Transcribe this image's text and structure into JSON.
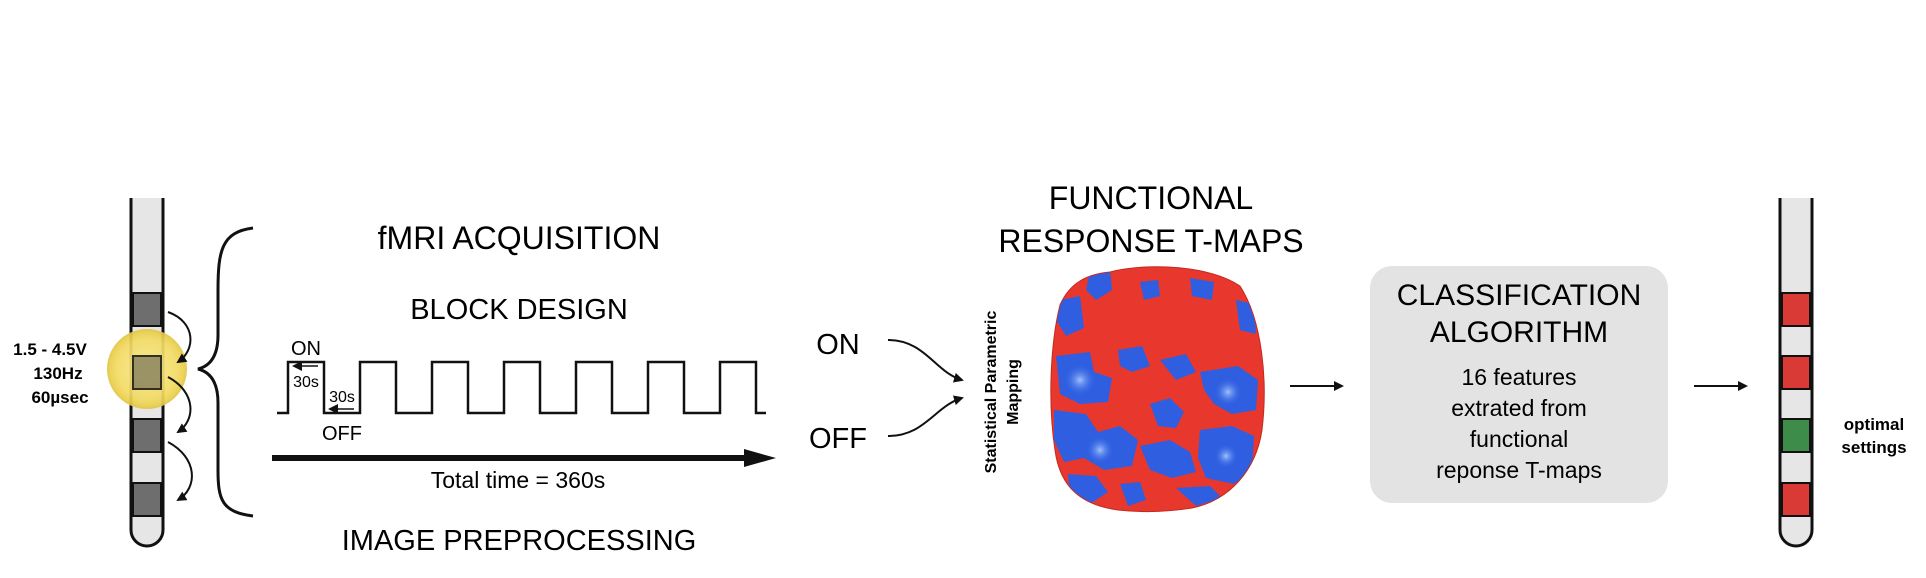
{
  "stimulation": {
    "params": [
      "1.5 - 4.5V",
      "130Hz",
      "60µsec"
    ]
  },
  "acquisition": {
    "title": "fMRI ACQUISITION",
    "design_title": "BLOCK DESIGN",
    "on_label": "ON",
    "off_label": "OFF",
    "on_duration": "30s",
    "off_duration": "30s",
    "total_time": "Total time = 360s",
    "preprocessing": "IMAGE PREPROCESSING"
  },
  "conditions": {
    "on": "ON",
    "off": "OFF"
  },
  "tmaps": {
    "title_line1": "FUNCTIONAL",
    "title_line2": "RESPONSE T-MAPS",
    "side_line1": "Statistical Parametric",
    "side_line2": "Mapping"
  },
  "classifier": {
    "title_line1": "CLASSIFICATION",
    "title_line2": "ALGORITHM",
    "desc": [
      "16 features",
      "extrated from",
      "functional",
      "reponse T-maps"
    ]
  },
  "output": {
    "label_line1": "optimal",
    "label_line2": "settings"
  },
  "colors": {
    "contact_gray": "#6e6e6e",
    "glow_yellow": "#f5e27a",
    "contact_red": "#d93a35",
    "contact_green": "#3e8c4a",
    "map_red": "#e8372c",
    "map_blue": "#2f5fe0",
    "box_gray": "#e3e3e3"
  }
}
